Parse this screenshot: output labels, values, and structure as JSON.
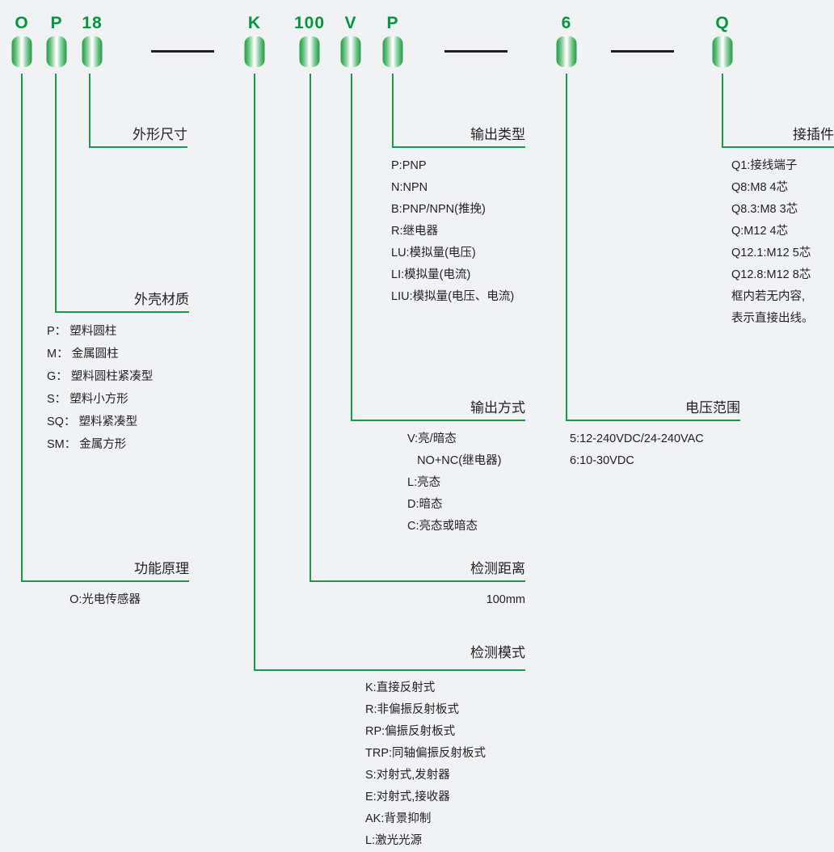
{
  "theme": {
    "background": "#f1f2f3",
    "accent_green": "#169b4e",
    "code_green": "#00963f",
    "text": "#231f20",
    "dash_color": "#231f20"
  },
  "model_code": {
    "full": "OP18-K100VP-6-Q",
    "segments": [
      {
        "label": "O",
        "kind": "char"
      },
      {
        "label": "P",
        "kind": "char"
      },
      {
        "label": "18",
        "kind": "char"
      },
      {
        "label": "-",
        "kind": "dash"
      },
      {
        "label": "K",
        "kind": "char"
      },
      {
        "label": "100",
        "kind": "char"
      },
      {
        "label": "V",
        "kind": "char"
      },
      {
        "label": "P",
        "kind": "char"
      },
      {
        "label": "-",
        "kind": "dash"
      },
      {
        "label": "6",
        "kind": "char"
      },
      {
        "label": "-",
        "kind": "dash"
      },
      {
        "label": "Q",
        "kind": "char"
      }
    ]
  },
  "callouts": {
    "dimension": {
      "title": "外形尺寸",
      "items": []
    },
    "output_type": {
      "title": "输出类型",
      "items": [
        "P:PNP",
        "N:NPN",
        "B:PNP/NPN(推挽)",
        "R:继电器",
        "LU:模拟量(电压)",
        "LI:模拟量(电流)",
        "LIU:模拟量(电压、电流)"
      ]
    },
    "connector": {
      "title": "接插件",
      "items": [
        "Q1:接线端子",
        "Q8:M8 4芯",
        "Q8.3:M8 3芯",
        "Q:M12 4芯",
        "Q12.1:M12 5芯",
        "Q12.8:M12 8芯",
        "框内若无内容,",
        "表示直接出线。"
      ]
    },
    "housing": {
      "title": "外壳材质",
      "items": [
        "P： 塑料圆柱",
        "M： 金属圆柱",
        "G： 塑料圆柱紧凑型",
        "S： 塑料小方形",
        "SQ： 塑料紧凑型",
        "SM： 金属方形"
      ]
    },
    "output_mode": {
      "title": "输出方式",
      "items": [
        "V:亮/暗态",
        "   NO+NC(继电器)",
        "L:亮态",
        "D:暗态",
        "C:亮态或暗态"
      ]
    },
    "voltage_range": {
      "title": "电压范围",
      "items": [
        "5:12-240VDC/24-240VAC",
        "6:10-30VDC"
      ]
    },
    "function": {
      "title": "功能原理",
      "items": [
        "O:光电传感器"
      ]
    },
    "distance": {
      "title": "检测距离",
      "items": [
        "100mm"
      ]
    },
    "detect_mode": {
      "title": "检测模式",
      "items": [
        "K:直接反射式",
        "R:非偏振反射板式",
        "RP:偏振反射板式",
        "TRP:同轴偏振反射板式",
        "S:对射式,发射器",
        "E:对射式,接收器",
        "AK:背景抑制",
        "L:激光光源"
      ]
    }
  }
}
